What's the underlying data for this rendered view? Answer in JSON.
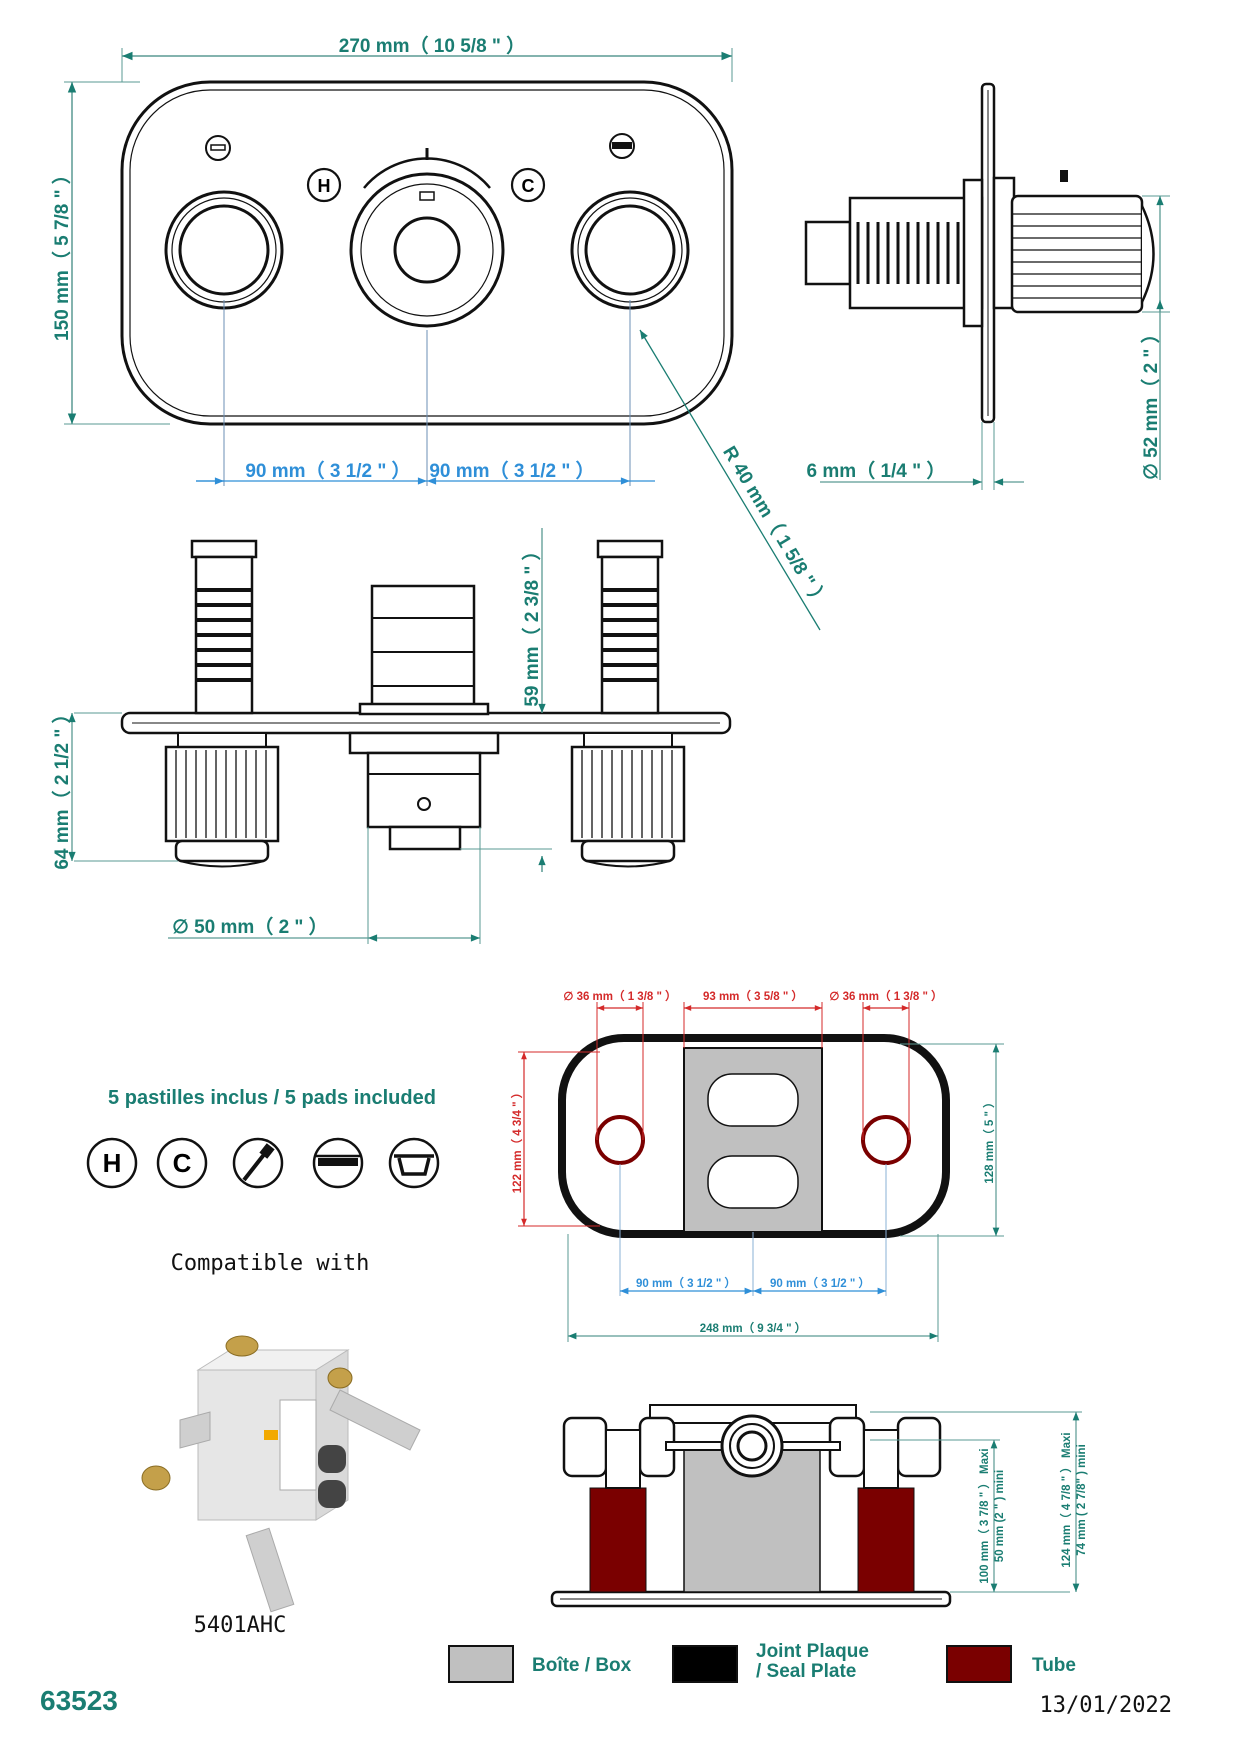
{
  "front_view": {
    "width_label": "270 mm（ 10 5/8 \" ）",
    "height_label": "150 mm（ 5 7/8 \" ）",
    "spacing_left_label": "90 mm（ 3 1/2 \" ）",
    "spacing_right_label": "90 mm（ 3 1/2 \" ）",
    "radius_label": "R 40 mm（ 1 5/8 \" ）",
    "hot_badge": "H",
    "cold_badge": "C"
  },
  "side_view": {
    "thickness_label": "6 mm（ 1/4 \" ）",
    "diameter_label": "∅ 52 mm（ 2 \" ）"
  },
  "top_view": {
    "projection_label": "59 mm（ 2 3/8 \" ）",
    "depth_label": "64 mm（ 2 1/2 \" ）",
    "diameter_label": "∅  50 mm（ 2 \" ）"
  },
  "box_plan": {
    "hole_left_label": "∅  36 mm（ 1 3/8 \" ）",
    "center_width_label": "93 mm（ 3 5/8 \" ）",
    "hole_right_label": "∅  36 mm（ 1 3/8 \" ）",
    "height_red_label": "122 mm（ 4 3/4 \" ）",
    "height_label": "128 mm（ 5 \" ）",
    "spacing_left_label": "90 mm（ 3 1/2 \" ）",
    "spacing_right_label": "90 mm（ 3 1/2 \" ）",
    "width_label": "248 mm（ 9 3/4 \" ）"
  },
  "box_elevation": {
    "inner_max_label": "100 mm（ 3 7/8 \" ）  Maxi",
    "inner_min_label": "50 mm (2 \" ) mini",
    "outer_max_label": "124 mm（ 4 7/8 \" ）  Maxi",
    "outer_min_label": "74 mm ( 2 7/8\" ) mini"
  },
  "pads": {
    "title": "5 pastilles inclus / 5 pads included",
    "items": [
      {
        "icon": "hot-icon",
        "glyph": "H"
      },
      {
        "icon": "cold-icon",
        "glyph": "C"
      },
      {
        "icon": "hand-shower-icon",
        "glyph": ""
      },
      {
        "icon": "overhead-shower-icon",
        "glyph": ""
      },
      {
        "icon": "bath-icon",
        "glyph": ""
      }
    ]
  },
  "compatible": {
    "label": "Compatible with",
    "model": "5401AHC"
  },
  "legend": {
    "items": [
      {
        "label_line1": "Boîte / Box",
        "label_line2": "",
        "color": "#c0c0c0"
      },
      {
        "label_line1": "Joint Plaque",
        "label_line2": "/ Seal Plate",
        "color": "#000000"
      },
      {
        "label_line1": "Tube",
        "label_line2": "",
        "color": "#7a0000"
      }
    ]
  },
  "footer": {
    "reference": "63523",
    "date": "13/01/2022"
  },
  "colors": {
    "dimension_teal": "#1a7d72",
    "dimension_blue": "#2f8fd8",
    "dimension_red": "#d42a2a",
    "box_grey": "#c0c0c0",
    "tube_red": "#7a0000"
  }
}
